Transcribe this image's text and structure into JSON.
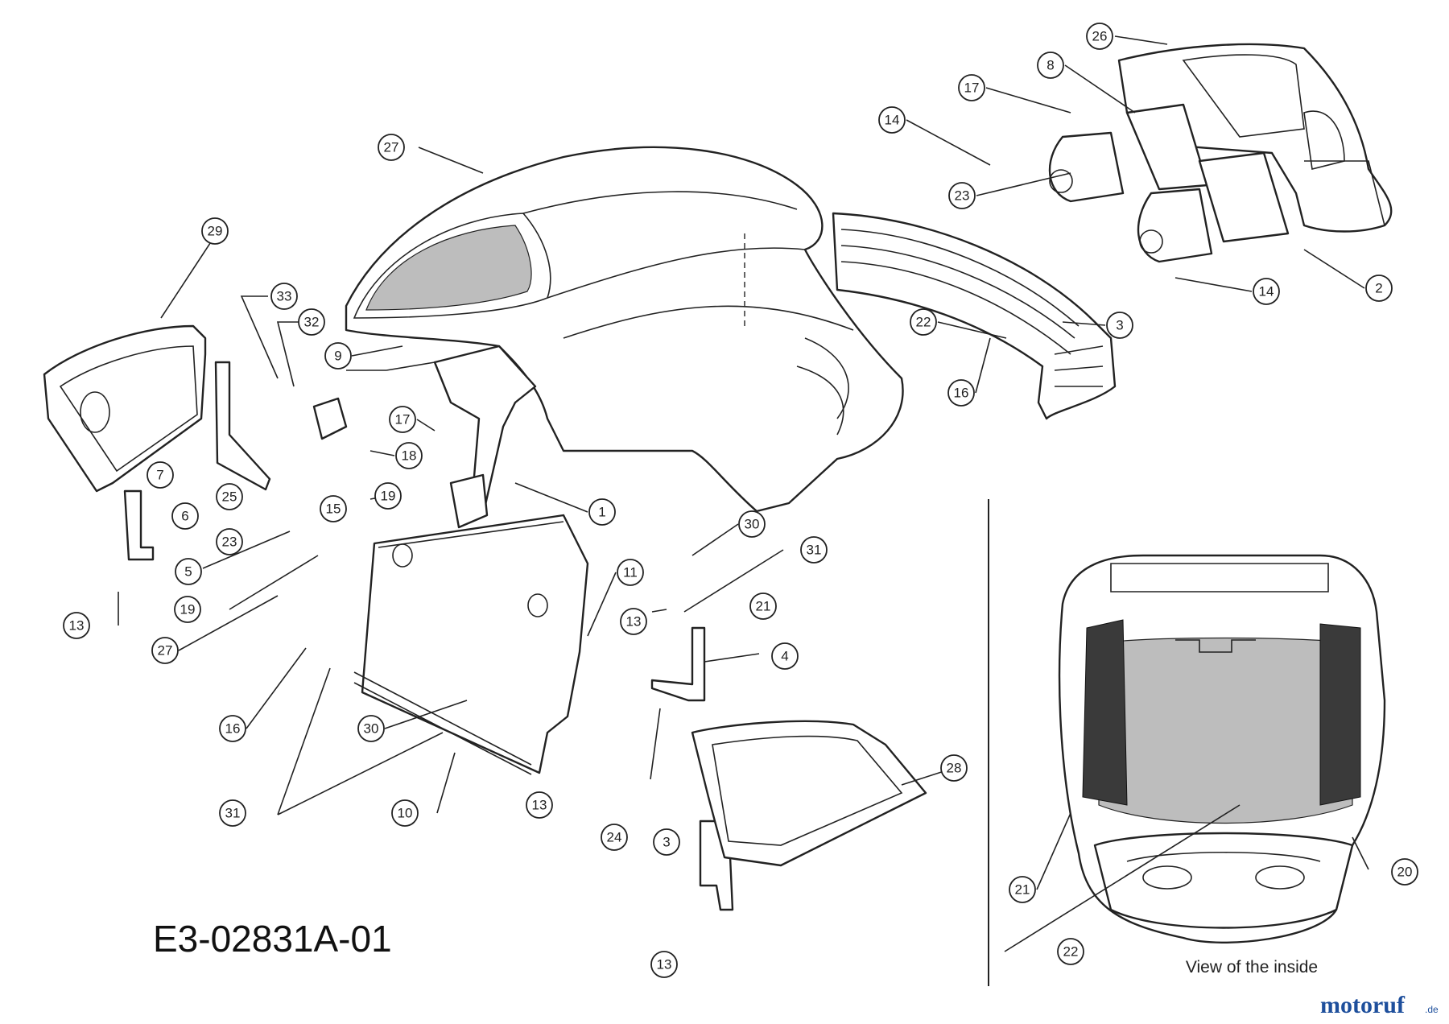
{
  "diagram_code": "E3-02831A-01",
  "inset_caption": "View of the inside",
  "brand": {
    "name": "motoruf",
    "suffix": ".de",
    "accent": "#e2231a",
    "color": "#1e4f9c"
  },
  "callouts": [
    "27",
    "29",
    "33",
    "32",
    "9",
    "17",
    "18",
    "15",
    "19",
    "7",
    "6",
    "25",
    "5",
    "19",
    "23",
    "1",
    "27",
    "13",
    "16",
    "30",
    "31",
    "10",
    "11",
    "13",
    "30",
    "31",
    "21",
    "4",
    "13",
    "28",
    "24",
    "3",
    "13",
    "26",
    "8",
    "17",
    "14",
    "23",
    "2",
    "14",
    "22",
    "3",
    "16",
    "21",
    "22",
    "20"
  ]
}
